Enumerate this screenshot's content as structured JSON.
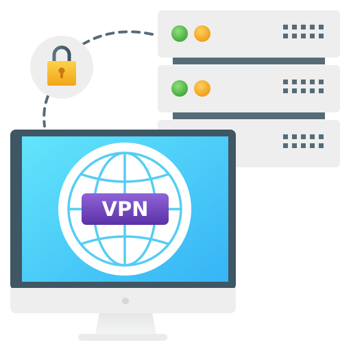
{
  "badge": {
    "label": "VPN"
  },
  "icons": {
    "lock": "padlock-icon",
    "globe": "globe-icon",
    "server": "server-rack-icon",
    "monitor": "desktop-monitor-icon"
  },
  "server": {
    "unit_count": 3,
    "indicator_units": 2
  },
  "colors": {
    "screen_light": "#5fe2fb",
    "screen_dark": "#3ab8f5",
    "monitor_frame": "#3f5664",
    "badge_top": "#8e62d6",
    "badge_bottom": "#5b32a8",
    "led_green": "#5cbf46",
    "led_orange": "#f5a623",
    "lock_gold": "#f7b51e",
    "server_body": "#eeeeee",
    "vent": "#566b78",
    "dashed_line": "#566b78"
  }
}
